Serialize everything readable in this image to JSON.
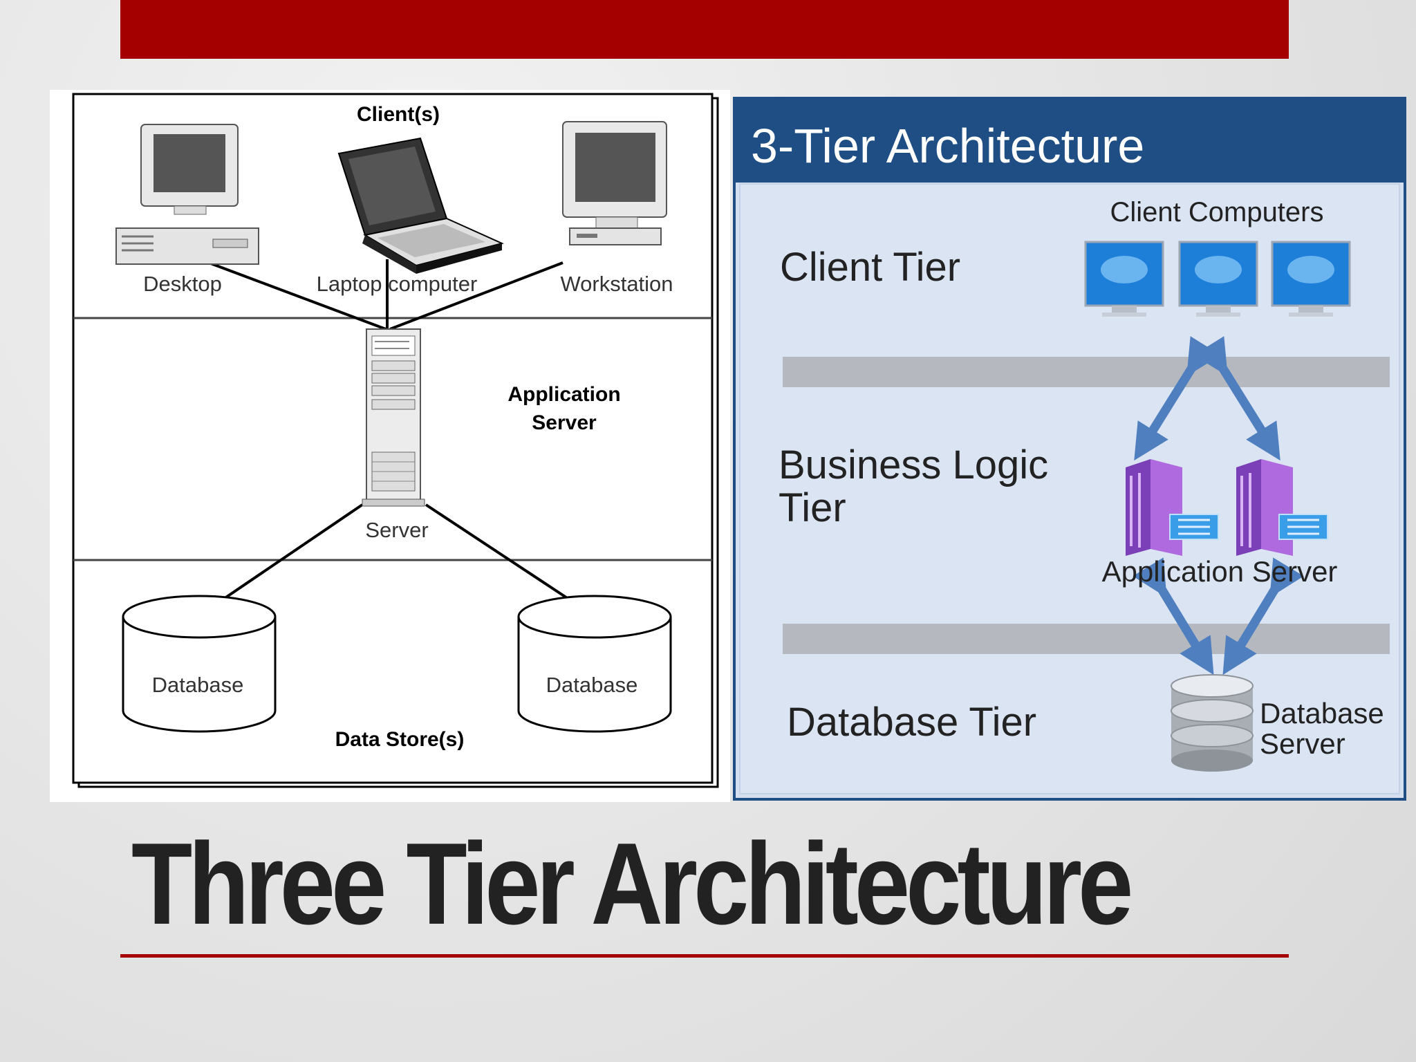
{
  "slide": {
    "title": "Three Tier Architecture",
    "accent_color": "#a50000",
    "title_color": "#222222"
  },
  "left_diagram": {
    "clients_title": "Client(s)",
    "desktop_label": "Desktop",
    "laptop_label": "Laptop computer",
    "workstation_label": "Workstation",
    "app_server_title_line1": "Application",
    "app_server_title_line2": "Server",
    "server_label": "Server",
    "database_label_1": "Database",
    "database_label_2": "Database",
    "data_stores_title": "Data Store(s)"
  },
  "right_diagram": {
    "header": "3-Tier Architecture",
    "client_computers": "Client Computers",
    "client_tier": "Client Tier",
    "business_logic_line1": "Business Logic",
    "business_logic_line2": "Tier",
    "application_server": "Application Server",
    "database_tier": "Database Tier",
    "database_server_line1": "Database",
    "database_server_line2": "Server",
    "header_color": "#1f4e85",
    "body_color": "#d4dff0",
    "arrow_color": "#4f7fbf"
  }
}
